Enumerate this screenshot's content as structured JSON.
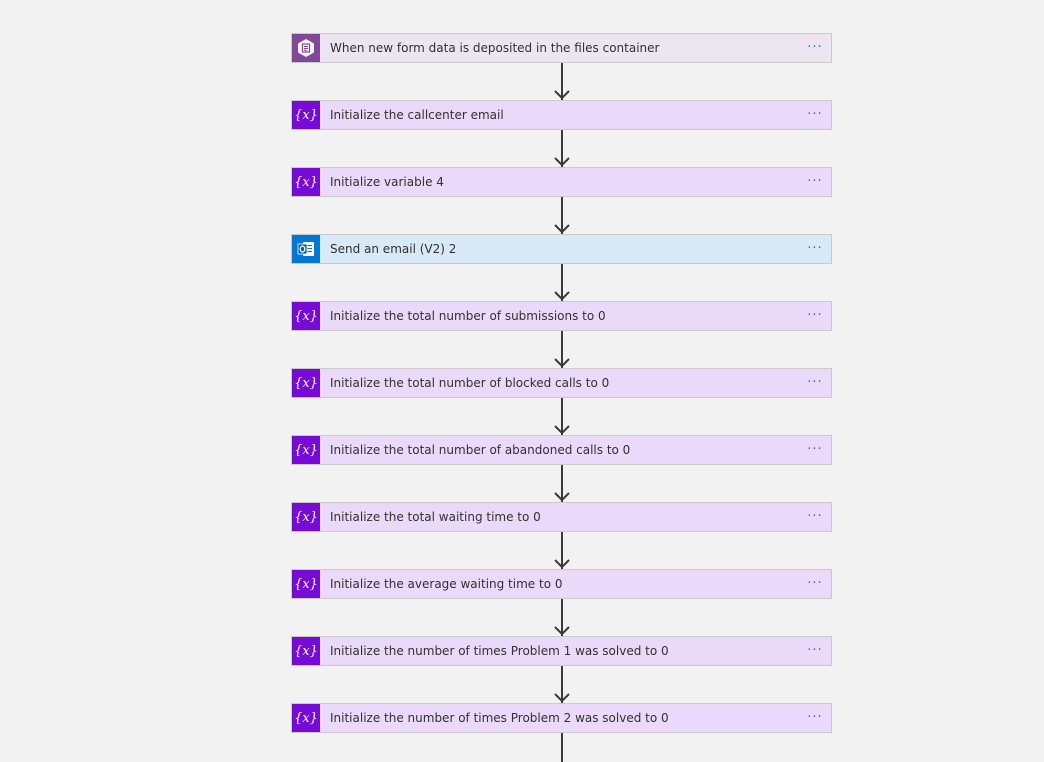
{
  "colors": {
    "page_bg": "#f2f2f2",
    "variable_card_bg": "#ead9f8",
    "variable_icon_bg": "#770bd6",
    "trigger_card_bg": "#ede5f2",
    "trigger_icon_bg": "#804998",
    "outlook_card_bg": "#d8e9f7",
    "outlook_icon_bg": "#0078d4",
    "connector": "#3a3a3a",
    "more_dots": "#2f6fb6"
  },
  "steps": [
    {
      "title": "When new form data is deposited in the files container",
      "type": "trigger",
      "icon": "storage-blob-icon"
    },
    {
      "title": "Initialize the callcenter email",
      "type": "variable",
      "icon": "variable-icon"
    },
    {
      "title": "Initialize variable 4",
      "type": "variable",
      "icon": "variable-icon"
    },
    {
      "title": "Send an email (V2) 2",
      "type": "outlook",
      "icon": "outlook-icon"
    },
    {
      "title": "Initialize the total number of submissions to 0",
      "type": "variable",
      "icon": "variable-icon"
    },
    {
      "title": "Initialize the total number of blocked calls to 0",
      "type": "variable",
      "icon": "variable-icon"
    },
    {
      "title": "Initialize the total number of abandoned calls to 0",
      "type": "variable",
      "icon": "variable-icon"
    },
    {
      "title": "Initialize the total waiting time to 0",
      "type": "variable",
      "icon": "variable-icon"
    },
    {
      "title": "Initialize the average waiting time to 0",
      "type": "variable",
      "icon": "variable-icon"
    },
    {
      "title": "Initialize the number of times Problem 1 was solved to 0",
      "type": "variable",
      "icon": "variable-icon"
    },
    {
      "title": "Initialize the number of times Problem 2 was solved to 0",
      "type": "variable",
      "icon": "variable-icon"
    }
  ],
  "variable_icon_text": "{x}",
  "more_label": "···"
}
